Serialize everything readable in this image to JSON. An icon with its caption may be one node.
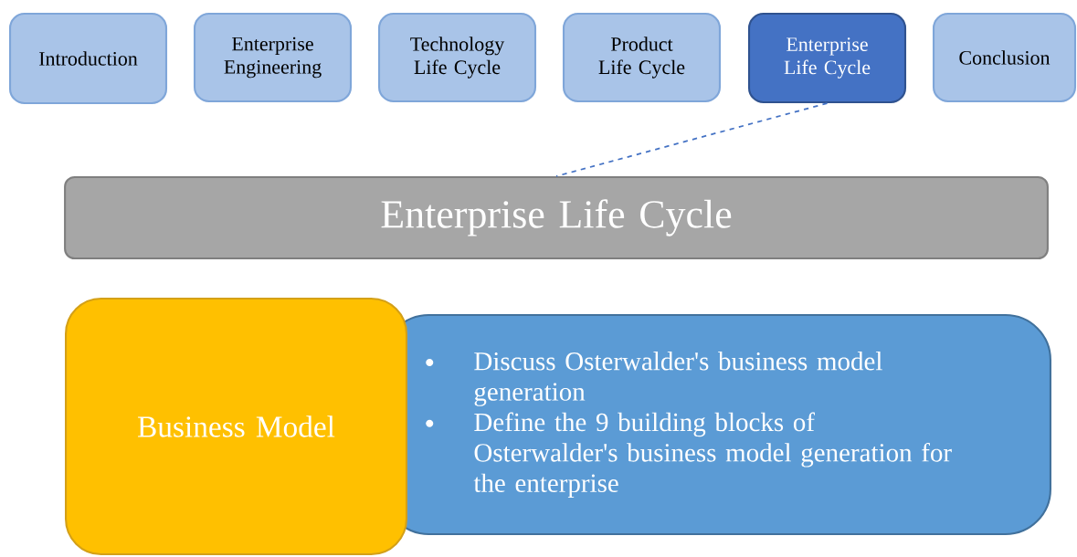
{
  "diagram": {
    "nodes": [
      {
        "text": [
          "Introduction"
        ]
      },
      {
        "text": [
          "Enterprise Engineering"
        ]
      },
      {
        "text": [
          "Technology Life Cycle"
        ]
      },
      {
        "text": [
          "Product Life Cycle"
        ]
      },
      {
        "text": [
          "Enterprise Life Cycle"
        ]
      },
      {
        "text": [
          "Conclusion"
        ]
      },
      {
        "text": [
          "Enterprise Life Cycle"
        ]
      },
      {
        "text": [
          "Business Model"
        ]
      },
      {
        "text": [
          "Discuss Osterwalder's business model generation",
          "Define the 9 building blocks of Osterwalder's business model generation for the enterprise"
        ]
      }
    ],
    "edges": [
      {
        "from": 4,
        "to": 6,
        "arrow": "none",
        "style": "dashed",
        "color": "#4472c4"
      }
    ]
  }
}
